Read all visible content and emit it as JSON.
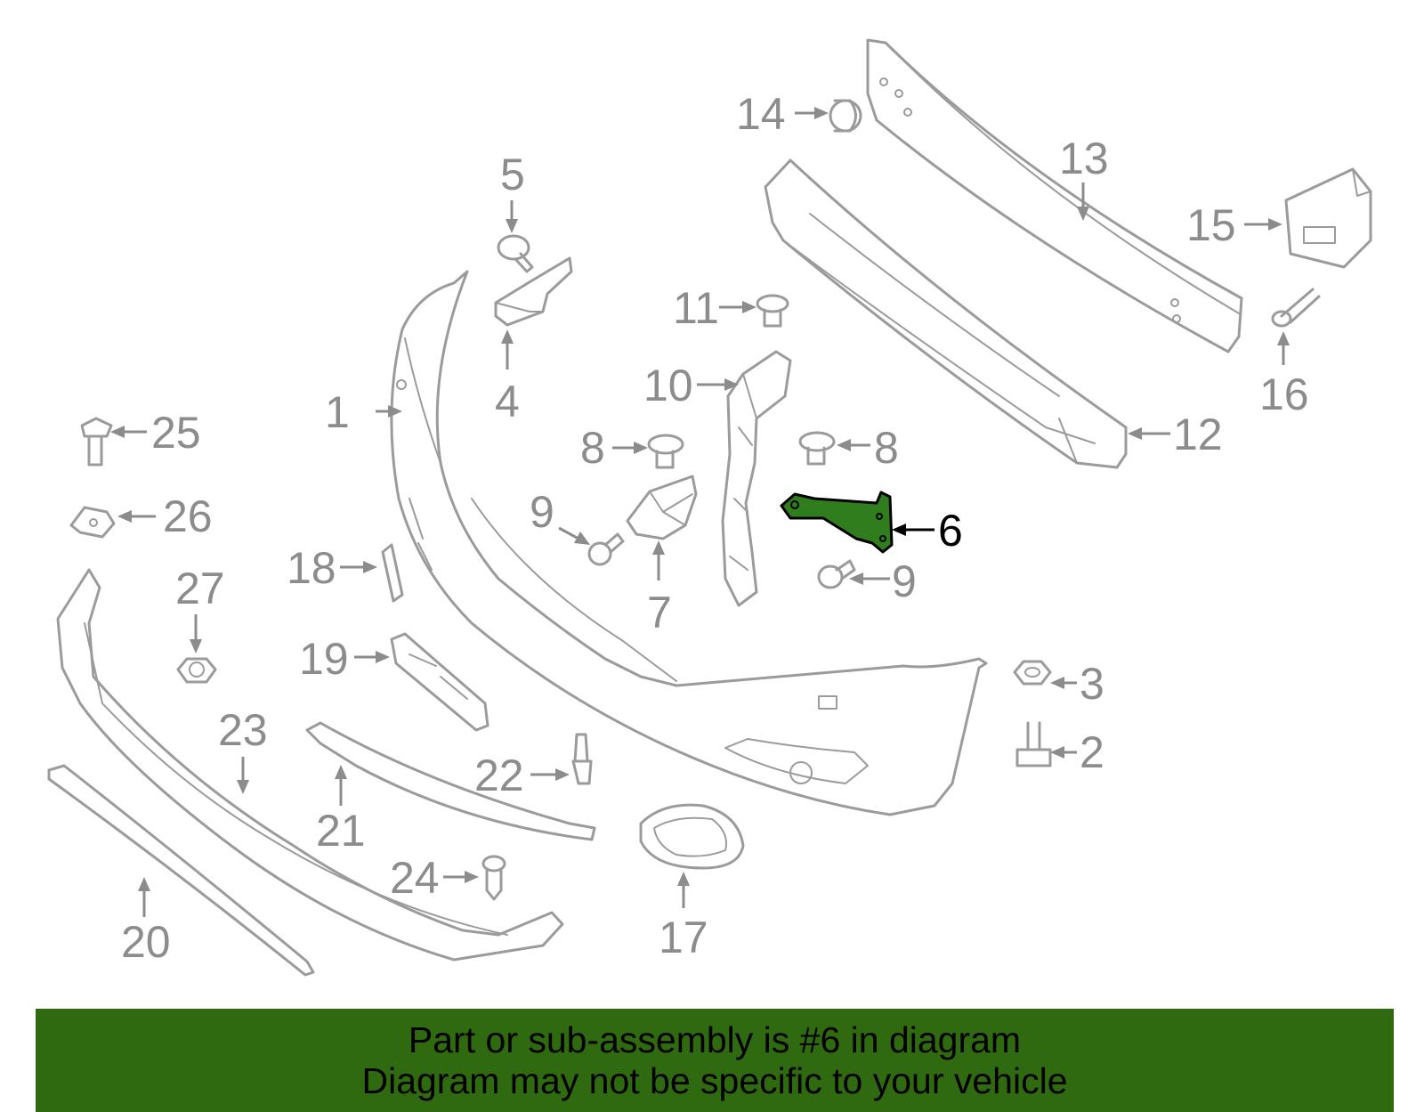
{
  "highlight": {
    "part": "6",
    "color": "#2f7d1c"
  },
  "callouts": {
    "c1": "1",
    "c2": "2",
    "c3": "3",
    "c4": "4",
    "c5": "5",
    "c6": "6",
    "c7": "7",
    "c8a": "8",
    "c8b": "8",
    "c9a": "9",
    "c9b": "9",
    "c10": "10",
    "c11": "11",
    "c12": "12",
    "c13": "13",
    "c14": "14",
    "c15": "15",
    "c16": "16",
    "c17": "17",
    "c18": "18",
    "c19": "19",
    "c20": "20",
    "c21": "21",
    "c22": "22",
    "c23": "23",
    "c24": "24",
    "c25": "25",
    "c26": "26",
    "c27": "27"
  },
  "banner": {
    "line1": "Part or sub-assembly is #6 in diagram",
    "line2": "Diagram may not be specific to your vehicle",
    "color": "#2f6a10"
  }
}
